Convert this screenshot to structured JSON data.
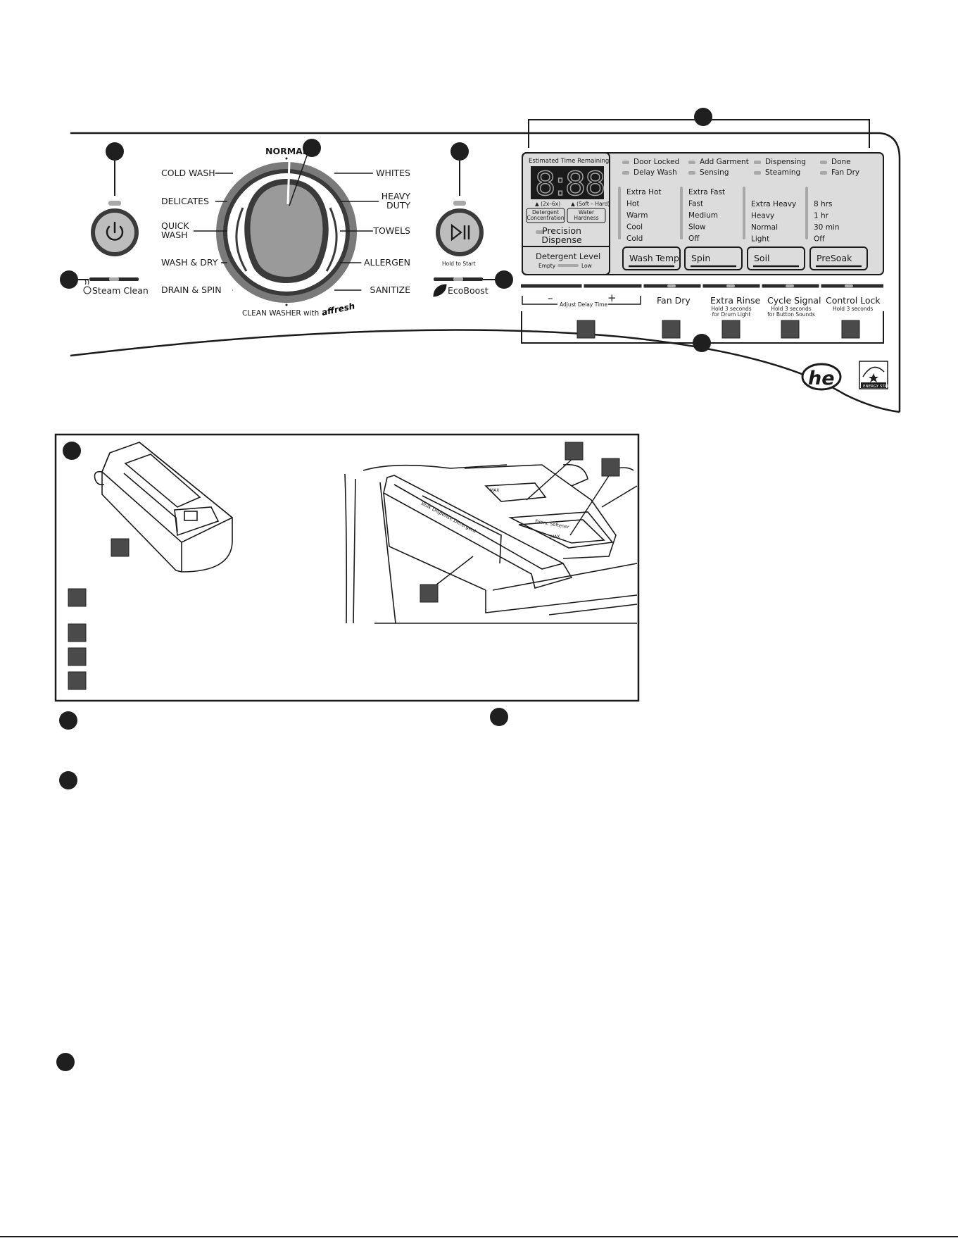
{
  "dial": {
    "top_label": "NORMAL",
    "bottom_label": "CLEAN WASHER with",
    "brand_script": "affresh",
    "left_cycles": [
      "COLD WASH",
      "DELICATES",
      "QUICK\nWASH",
      "WASH & DRY",
      "DRAIN & SPIN"
    ],
    "right_cycles": [
      "WHITES",
      "HEAVY\nDUTY",
      "TOWELS",
      "ALLERGEN",
      "SANITIZE"
    ]
  },
  "left_controls": {
    "steam_clean_label": "Steam Clean"
  },
  "start_controls": {
    "hold_to_start": "Hold to Start",
    "ecoboost_label": "EcoBoost"
  },
  "display": {
    "estimated_time_label": "Estimated Time Remaining",
    "digits": "8:88",
    "range_left": "▲ (2x–6x)",
    "range_right": "▲ (Soft – Hard)",
    "detergent_concentration": "Detergent\nConcentration",
    "water_hardness": "Water\nHardness",
    "precision_dispense": "Precision\nDispense",
    "detergent_level": "Detergent Level",
    "level_empty": "Empty",
    "level_low": "Low"
  },
  "status": {
    "row1": [
      "Door Locked",
      "Add Garment",
      "Dispensing",
      "Done"
    ],
    "row2": [
      "Delay Wash",
      "Sensing",
      "Steaming",
      "Fan Dry"
    ]
  },
  "modifiers": [
    {
      "label": "Wash Temp",
      "options": [
        "Extra Hot",
        "Hot",
        "Warm",
        "Cool",
        "Cold"
      ]
    },
    {
      "label": "Spin",
      "options": [
        "Extra Fast",
        "Fast",
        "Medium",
        "Slow",
        "Off"
      ]
    },
    {
      "label": "Soil",
      "options": [
        "Extra Heavy",
        "Heavy",
        "Normal",
        "Light"
      ]
    },
    {
      "label": "PreSoak",
      "options": [
        "8 hrs",
        "1 hr",
        "30 min",
        "Off"
      ]
    }
  ],
  "options_row": {
    "minus": "–",
    "plus": "+",
    "adjust_delay": "Adjust Delay Time",
    "fan_dry": "Fan Dry",
    "extra_rinse": "Extra Rinse",
    "extra_rinse_sub": "Hold 3 seconds\nfor Drum Light",
    "cycle_signal": "Cycle Signal",
    "cycle_signal_sub": "Hold 3 seconds\nfor Button Sounds",
    "control_lock": "Control Lock",
    "control_lock_sub": "Hold 3 seconds"
  },
  "logos": {
    "he": "he",
    "energy_star": "ENERGY STAR"
  },
  "dispenser": {
    "drawer_text": "Bulk Dispense Detergent",
    "compartment_max": "MAX",
    "fabric_softener": "Fabric Softener"
  },
  "colors": {
    "marker": "#1f1f1f",
    "square": "#4a4a4a",
    "led": "#a8a8a8",
    "knob": "#9a9a9a"
  }
}
